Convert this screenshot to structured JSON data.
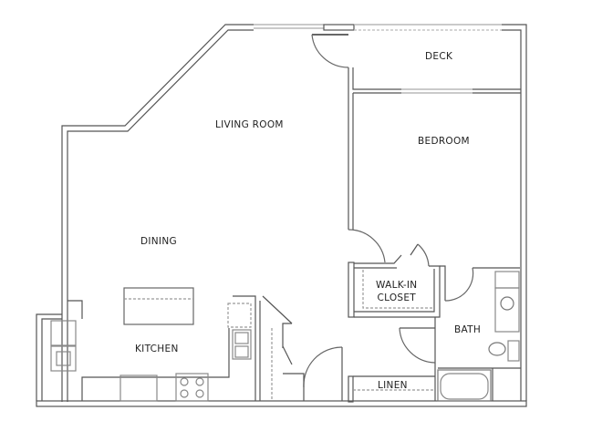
{
  "floorplan": {
    "rooms": [
      {
        "id": "living-room",
        "label": "LIVING ROOM"
      },
      {
        "id": "deck",
        "label": "DECK"
      },
      {
        "id": "bedroom",
        "label": "BEDROOM"
      },
      {
        "id": "dining",
        "label": "DINING"
      },
      {
        "id": "walk-in-closet",
        "label_line1": "WALK-IN",
        "label_line2": "CLOSET"
      },
      {
        "id": "bath",
        "label": "BATH"
      },
      {
        "id": "kitchen",
        "label": "KITCHEN"
      },
      {
        "id": "linen",
        "label": "LINEN"
      }
    ],
    "colors": {
      "wall": "#555555",
      "fixture": "#777777",
      "background": "#ffffff",
      "text": "#222222"
    }
  }
}
